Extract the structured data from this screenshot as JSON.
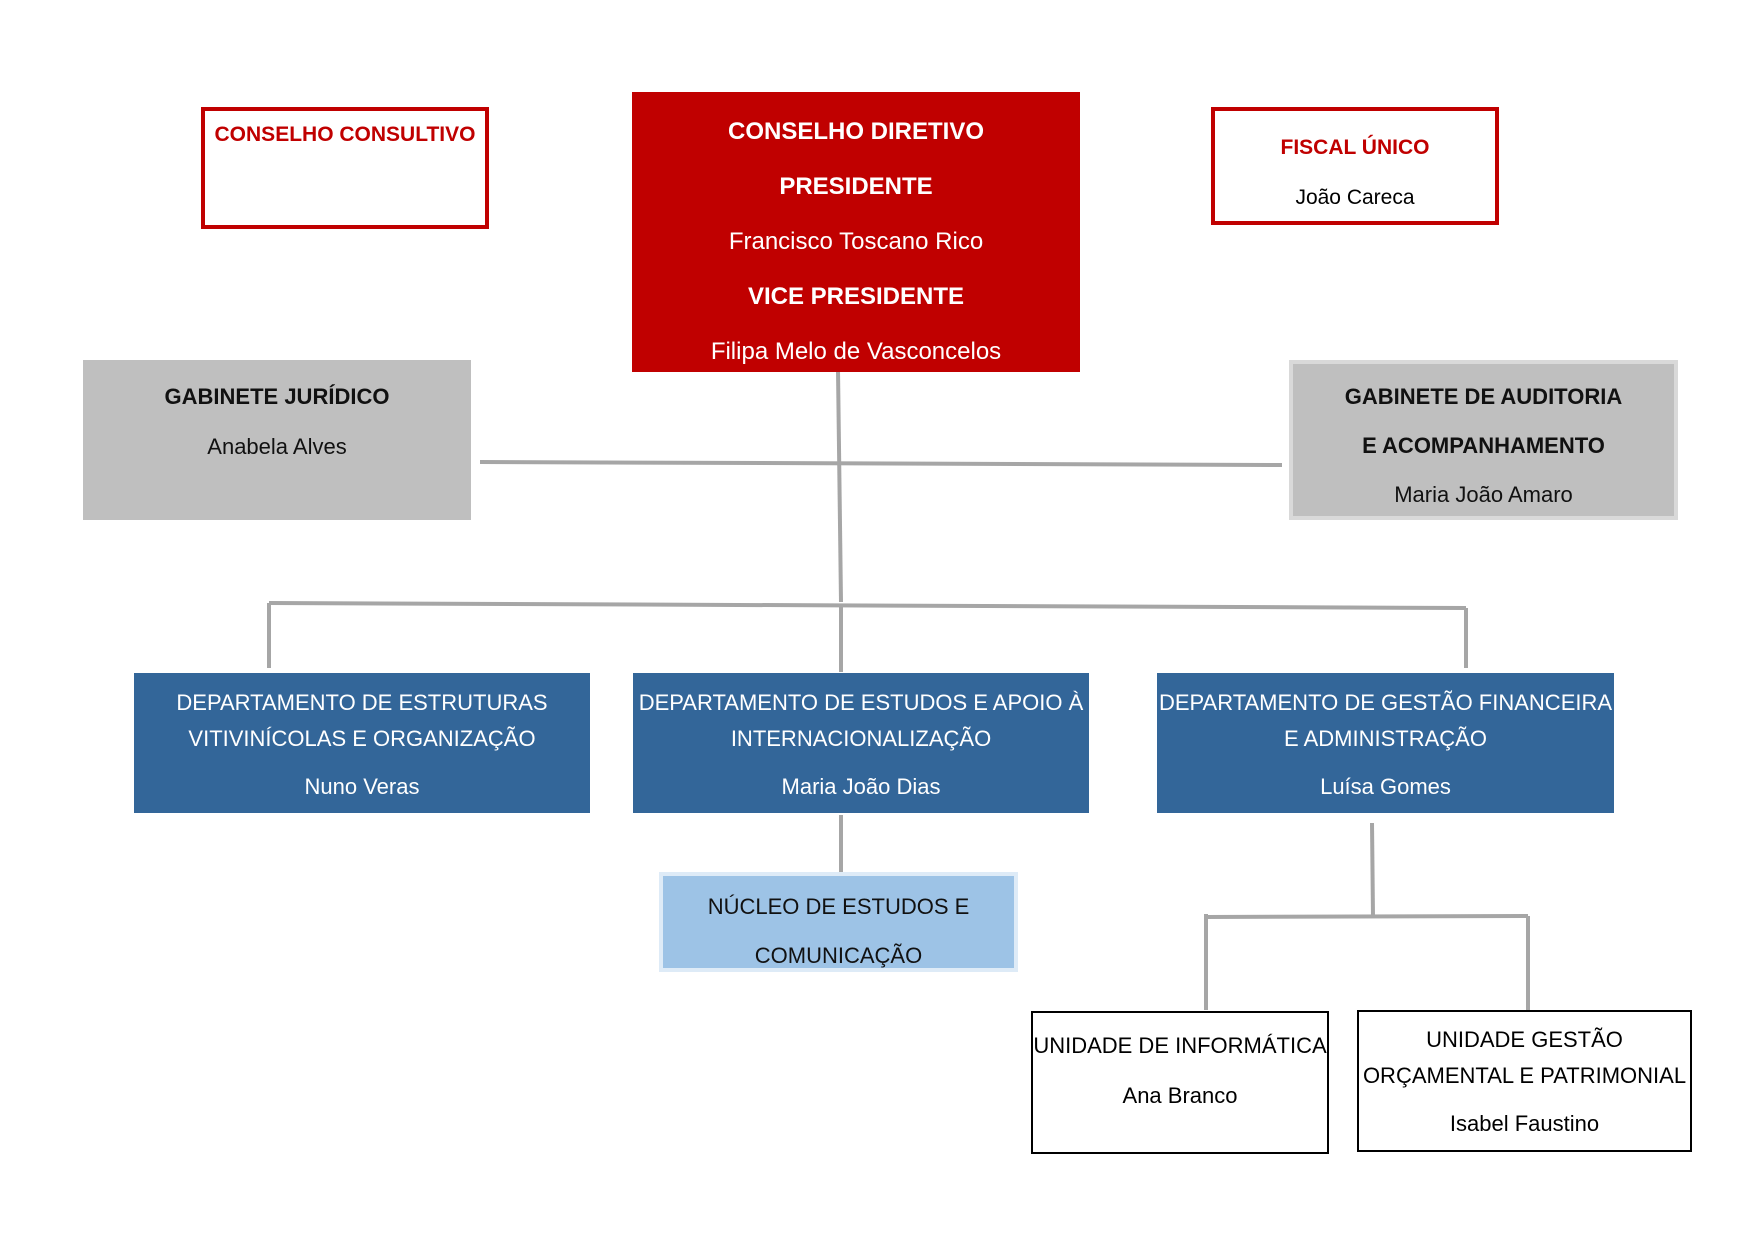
{
  "conselho_consultivo": {
    "title": "CONSELHO CONSULTIVO"
  },
  "fiscal_unico": {
    "title": "FISCAL ÚNICO",
    "name": "João Careca"
  },
  "conselho_diretivo": {
    "title": "CONSELHO DIRETIVO",
    "president_label": "PRESIDENTE",
    "president_name": "Francisco Toscano Rico",
    "vice_label": "VICE PRESIDENTE",
    "vice_name": "Filipa Melo de Vasconcelos"
  },
  "gabinete_juridico": {
    "title": "GABINETE JURÍDICO",
    "name": "Anabela Alves"
  },
  "gabinete_auditoria": {
    "title_line1": "GABINETE DE AUDITORIA",
    "title_line2": "E ACOMPANHAMENTO",
    "name": "Maria João Amaro"
  },
  "departamentos": [
    {
      "line1": "DEPARTAMENTO DE ESTRUTURAS",
      "line2": "VITIVINÍCOLAS E ORGANIZAÇÃO",
      "name": "Nuno Veras"
    },
    {
      "line1": "DEPARTAMENTO DE ESTUDOS E APOIO À",
      "line2": "INTERNACIONALIZAÇÃO",
      "name": "Maria João Dias"
    },
    {
      "line1": "DEPARTAMENTO DE GESTÃO FINANCEIRA",
      "line2": "E ADMINISTRAÇÃO",
      "name": "Luísa Gomes"
    }
  ],
  "nucleo": {
    "line1": "NÚCLEO DE ESTUDOS E",
    "line2": "COMUNICAÇÃO"
  },
  "unidade_informatica": {
    "title": "UNIDADE DE INFORMÁTICA",
    "name": "Ana Branco"
  },
  "unidade_gestao": {
    "line1": "UNIDADE GESTÃO",
    "line2": "ORÇAMENTAL E PATRIMONIAL",
    "name": "Isabel Faustino"
  },
  "colors": {
    "red": "#c00000",
    "gray": "#bfbfbf",
    "blue": "#336699",
    "light_blue": "#9dc3e6",
    "connector": "#a6a6a6"
  }
}
